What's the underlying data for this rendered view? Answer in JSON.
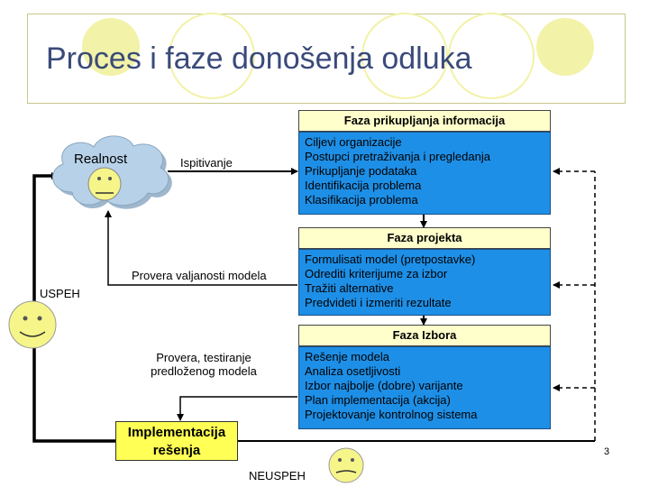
{
  "slide": {
    "title": "Proces i faze donošenja odluka",
    "page_number": "3"
  },
  "nodes": {
    "reality": {
      "label": "Realnost"
    },
    "examination": {
      "label": "Ispitivanje"
    },
    "validity_check": {
      "label": "Provera valjanosti modela"
    },
    "success": {
      "label": "USPEH"
    },
    "testing": {
      "lines": [
        "Provera, testiranje",
        "predloženog modela"
      ]
    },
    "implementation": {
      "lines": [
        "Implementacija",
        "rešenja"
      ]
    },
    "failure": {
      "label": "NEUSPEH"
    }
  },
  "phases": [
    {
      "header": "Faza prikupljanja informacija",
      "items": [
        "Ciljevi organizacije",
        "Postupci pretraživanja i pregledanja",
        "Prikupljanje podataka",
        "Identifikacija problema",
        "Klasifikacija problema"
      ]
    },
    {
      "header": "Faza projekta",
      "items": [
        "Formulisati model (pretpostavke)",
        "Odrediti kriterijume za izbor",
        "Tražiti alternative",
        "Predvideti i izmeriti rezultate"
      ]
    },
    {
      "header": "Faza Izbora",
      "items": [
        "Rešenje modela",
        "Analiza osetljivosti",
        "Izbor najbolje (dobre) varijante",
        "Plan implementacija (akcija)",
        "Projektovanje kontrolnog sistema"
      ]
    }
  ],
  "colors": {
    "title": "#3a4a7a",
    "phase_box": "#1e8fe6",
    "phase_header": "#ffffcc",
    "implementation": "#ffff55",
    "smiley": "#f5f58a",
    "cloud": "#b7d2e8",
    "decor": "#f2f2a8"
  },
  "icons": [
    "cloud-icon",
    "smiley-face-icon"
  ]
}
